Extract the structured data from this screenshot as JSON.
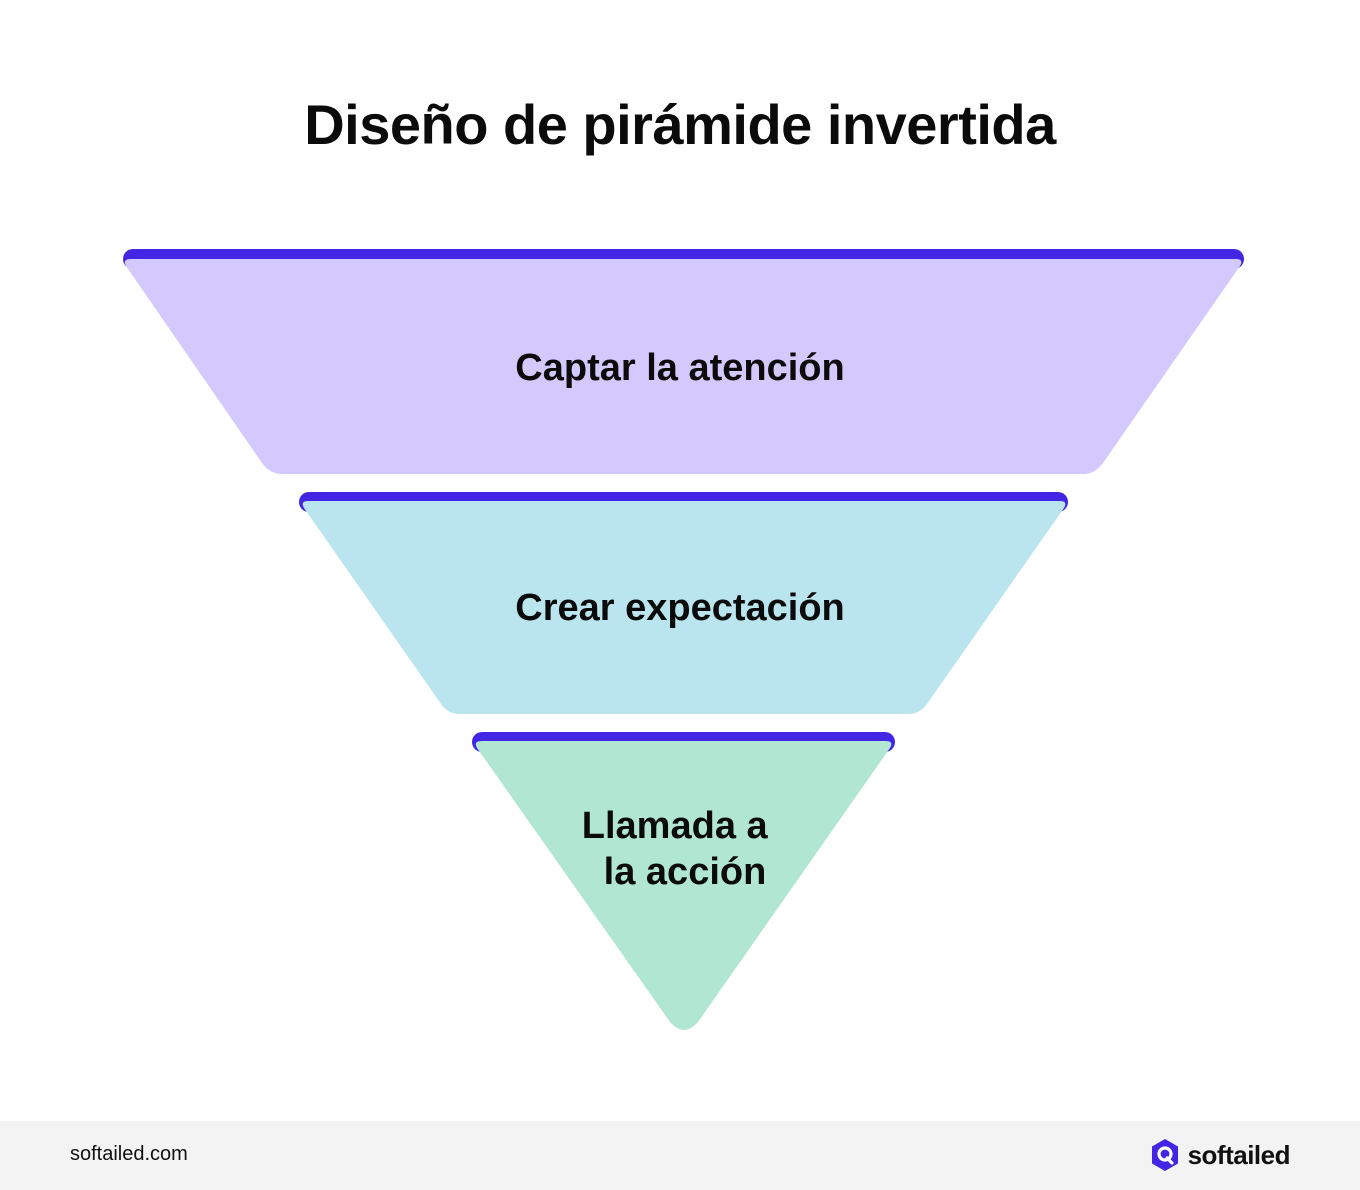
{
  "title": "Diseño de pirámide invertida",
  "layers": [
    {
      "label_lines": [
        "Captar la atención"
      ],
      "fill": "#d3c9fc"
    },
    {
      "label_lines": [
        "Crear expectación"
      ],
      "fill": "#bae5ee"
    },
    {
      "label_lines": [
        "Llamada a",
        "la acción"
      ],
      "fill": "#b1e6d2"
    }
  ],
  "colors": {
    "accent": "#4226e3",
    "footer_bg": "#f3f3f3"
  },
  "footer": {
    "url": "softailed.com",
    "brand_name": "softailed",
    "brand_icon": "hexagon-logo-icon"
  }
}
